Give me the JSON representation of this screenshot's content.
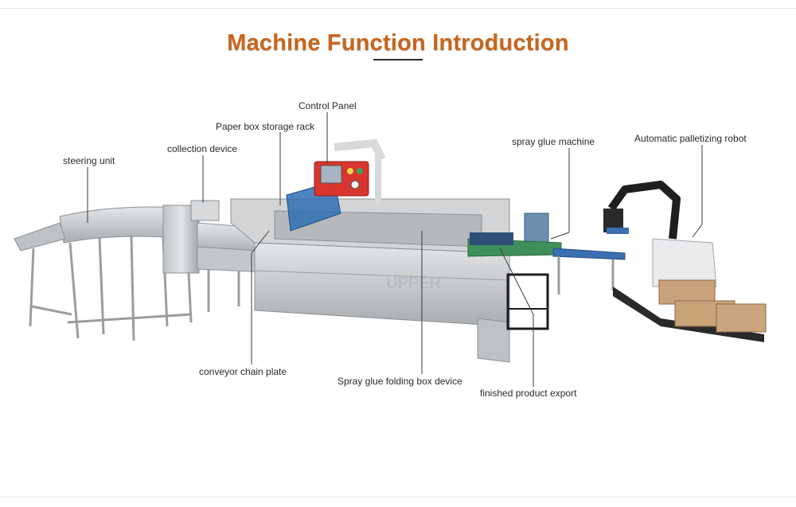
{
  "title": "Machine Function Introduction",
  "colors": {
    "title": "#c8651b",
    "leader": "#3a3a3a",
    "steel": "#c9cbcd",
    "steel_dark": "#8e9194",
    "belt": "#3f8f5a",
    "panel_red": "#d9352f",
    "box": "#c9a27a"
  },
  "labels": {
    "control_panel": "Control Panel",
    "paper_box_storage_rack": "Paper box storage rack",
    "collection_device": "collection device",
    "steering_unit": "steering unit",
    "spray_glue_machine": "spray glue machine",
    "automatic_palletizing_robot": "Automatic palletizing robot",
    "conveyor_chain_plate": "conveyor chain plate",
    "spray_glue_folding_box_device": "Spray glue folding box device",
    "finished_product_export": "finished product export"
  },
  "watermark": "UPPER"
}
